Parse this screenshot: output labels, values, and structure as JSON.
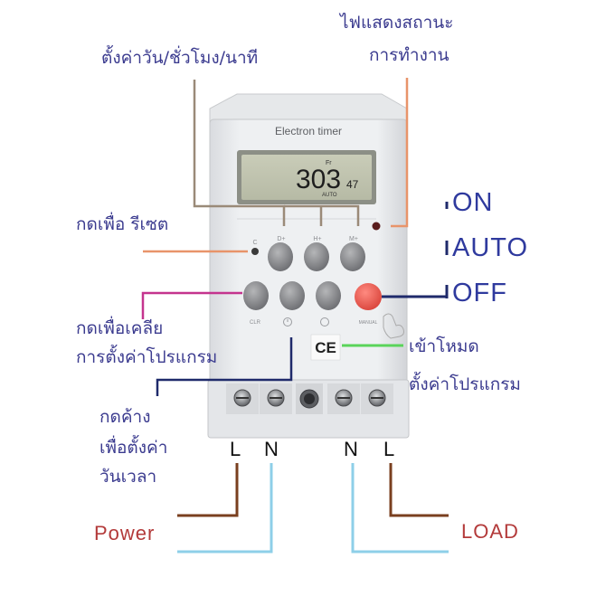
{
  "device": {
    "brand": "Electron timer",
    "lcd": {
      "day": "Fr",
      "time": "303",
      "seconds": "47",
      "mode": "AUTO"
    },
    "button_labels": {
      "c": "C",
      "d": "D+",
      "h": "H+",
      "m": "M+",
      "clr": "CLR",
      "manual": "MANUAL"
    },
    "cert_mark": "CE"
  },
  "annotations": {
    "set_day_time": "ตั้งค่าวัน/ชั่วโมง/นาที",
    "status_light_1": "ไฟแสดงสถานะ",
    "status_light_2": "การทำงาน",
    "reset": "กดเพื่อ รีเซต",
    "clear_1": "กดเพื่อเคลีย",
    "clear_2": "การตั้งค่าโปรแกรม",
    "enter_program_1": "เข้าโหมด",
    "enter_program_2": "ตั้งค่าโปรแกรม",
    "hold_set_1": "กดค้าง",
    "hold_set_2": "เพื่อตั้งค่า",
    "hold_set_3": "วันเวลา"
  },
  "modes": {
    "on": "ON",
    "auto": "AUTO",
    "off": "OFF"
  },
  "terminals": [
    "L",
    "N",
    "N",
    "L"
  ],
  "wiring": {
    "power": "Power",
    "load": "LOAD"
  },
  "colors": {
    "label_text": "#3b3b8f",
    "mode_text": "#2f3a9e",
    "wire_label": "#b33a3a",
    "brown_wire": "#7a3f1f",
    "blue_wire": "#8ecfe8",
    "grey_leader": "#9a8a78",
    "orange_leader": "#e8946a",
    "pink_leader": "#c4348e",
    "navy_leader": "#1f2a6b",
    "green_leader": "#5ad45a",
    "off_button": "#e8574f"
  }
}
